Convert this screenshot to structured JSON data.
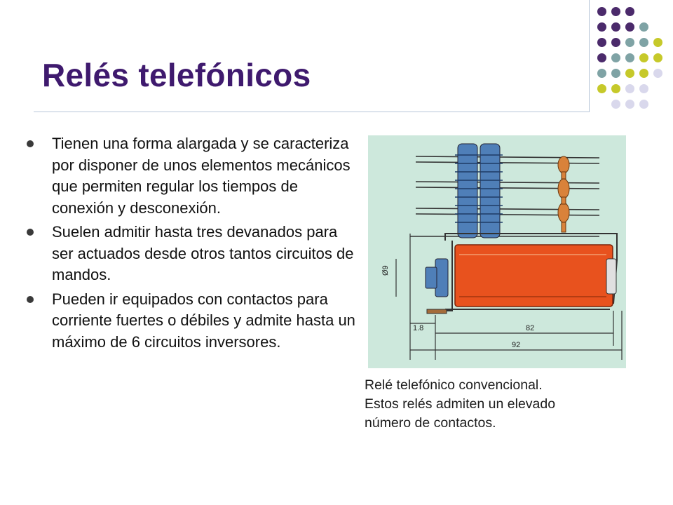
{
  "slide": {
    "title": "Relés telefónicos",
    "bullets": [
      "Tienen una forma alargada y se caracteriza por disponer  de unos elementos mecánicos que permiten regular los tiempos de conexión y desconexión.",
      "Suelen admitir hasta tres devanados para ser actuados desde otros tantos circuitos de mandos.",
      "Pueden ir equipados con contactos para corriente fuertes o débiles y admite hasta un máximo de 6 circuitos inversores."
    ],
    "caption_lines": [
      "Relé telefónico convencional.",
      "Estos relés admiten un elevado",
      "número de contactos."
    ]
  },
  "figure": {
    "dimension_labels": [
      "82",
      "92",
      "1.8",
      "Ø9"
    ],
    "colors": {
      "background": "#cde8dc",
      "coil": "#e8521e",
      "stack": "#4f7fb8",
      "insulator": "#d9823a",
      "line": "#333333"
    }
  },
  "theme": {
    "title_color": "#3f1a6e",
    "dot_colors": [
      "#4b2a6b",
      "#7fa3a5",
      "#c6c92a",
      "#d9d8ec"
    ]
  }
}
